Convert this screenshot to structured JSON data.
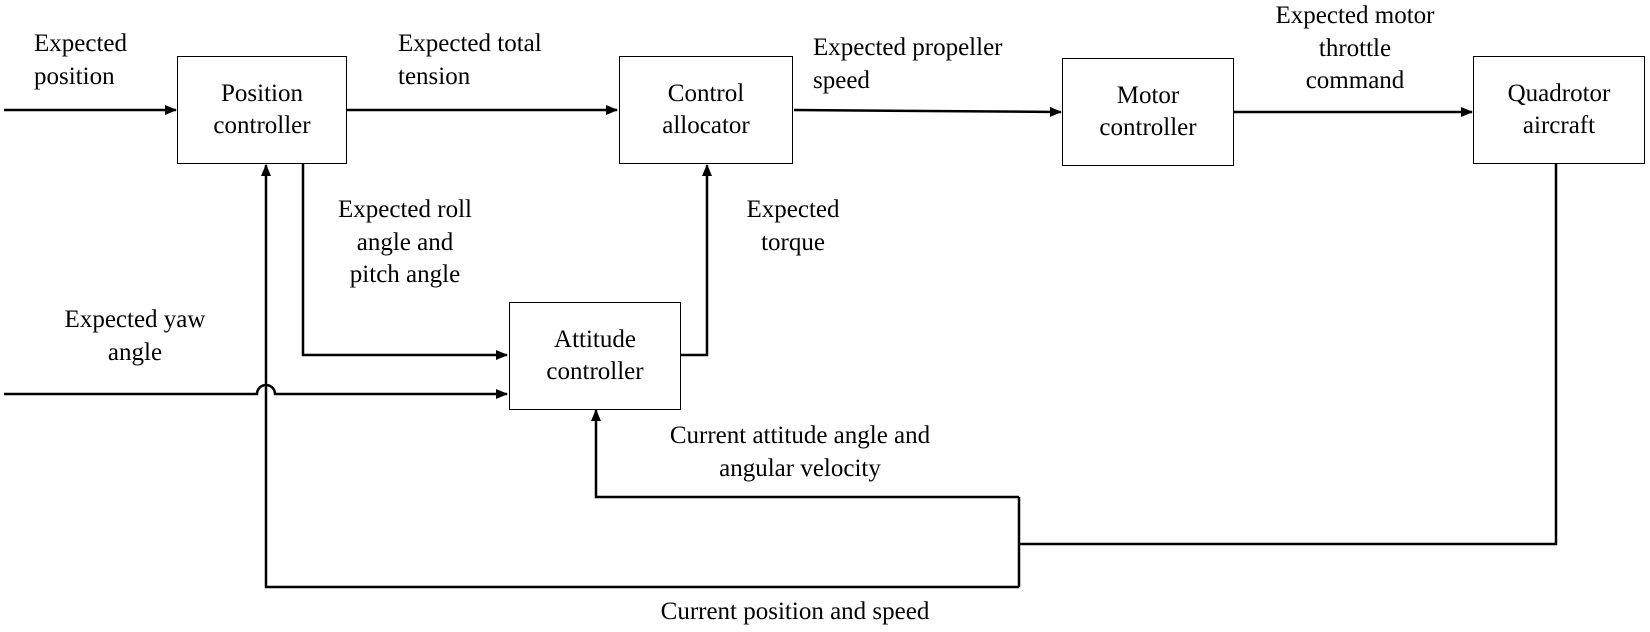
{
  "colors": {
    "line": "#000000",
    "background": "#ffffff"
  },
  "blocks": {
    "position_controller": "Position\ncontroller",
    "control_allocator": "Control\nallocator",
    "motor_controller": "Motor\ncontroller",
    "quadrotor_aircraft": "Quadrotor\naircraft",
    "attitude_controller": "Attitude\ncontroller"
  },
  "signals": {
    "expected_position": "Expected\nposition",
    "expected_total_tension": "Expected total\ntension",
    "expected_propeller_speed": "Expected propeller\nspeed",
    "expected_motor_throttle_command": "Expected motor\nthrottle\ncommand",
    "expected_roll_pitch": "Expected roll\nangle and\npitch angle",
    "expected_torque": "Expected\ntorque",
    "expected_yaw_angle": "Expected yaw\nangle",
    "current_attitude": "Current attitude angle and\nangular velocity",
    "current_position_speed": "Current position and speed"
  }
}
